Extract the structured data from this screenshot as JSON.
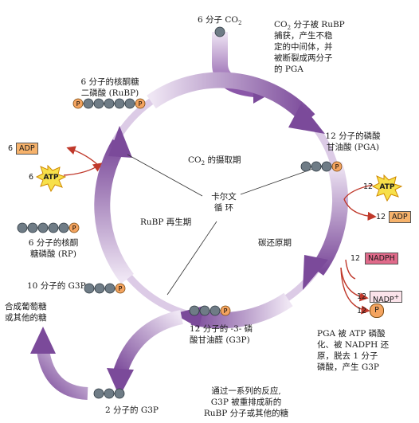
{
  "top_input": {
    "prefix": "6 分子 CO",
    "sub": "2"
  },
  "capture_note": {
    "co": "CO",
    "sub": "2",
    "text": " 分子被 RuBP\n捕获，产生不稳\n定的中间体，并\n被断裂成两分子\n的 PGA"
  },
  "rubp_label": "6 分子的核酮糖\n二磷酸 (RuBP)",
  "pga_label": "12 分子的磷酸\n甘油酸 (PGA)",
  "co2_phase": {
    "prefix": "CO",
    "sub": "2",
    "suffix": " 的摄取期"
  },
  "cycle_center": "卡尔文\n循  环",
  "regen_phase": "RuBP 再生期",
  "reduction_phase": "碳还原期",
  "rp_label": "6 分子的核酮\n糖磷酸 (RP)",
  "g3p10_label": "10 分子的 G3P",
  "g3p12_label": "12 分子的 -3- 磷\n酸甘油醛 (G3P)",
  "g3p2_label": "2 分子的 G3P",
  "sugar_label": "合成葡萄糖\n或其他的糖",
  "regen_note": "通过一系列的反应,\nG3P 被重排成新的\nRuBP 分子或其他的糖",
  "reduction_note": "PGA 被 ATP 磷酸\n化、被 NADPH 还\n原，脱去 1 分子\n磷酸，产生 G3P",
  "left_energy": {
    "adp_count": "6",
    "adp": "ADP",
    "atp_count": "6",
    "atp": "ATP"
  },
  "right_energy": {
    "atp_count": "12",
    "atp": "ATP",
    "adp_count": "12",
    "adp": "ADP"
  },
  "nadph": {
    "count": "12",
    "label": "NADPH"
  },
  "nadp": {
    "count": "12",
    "label": "NADP",
    "sup": "+"
  },
  "pi": {
    "count": "12",
    "letter": "P"
  },
  "phosphate_letter": "P",
  "colors": {
    "cycle_dark": "#8a56a8",
    "cycle_light": "#e3d4ec",
    "carbon": "#6f7c86",
    "phosphate": "#f4a460",
    "arrow_red": "#c0392b"
  }
}
